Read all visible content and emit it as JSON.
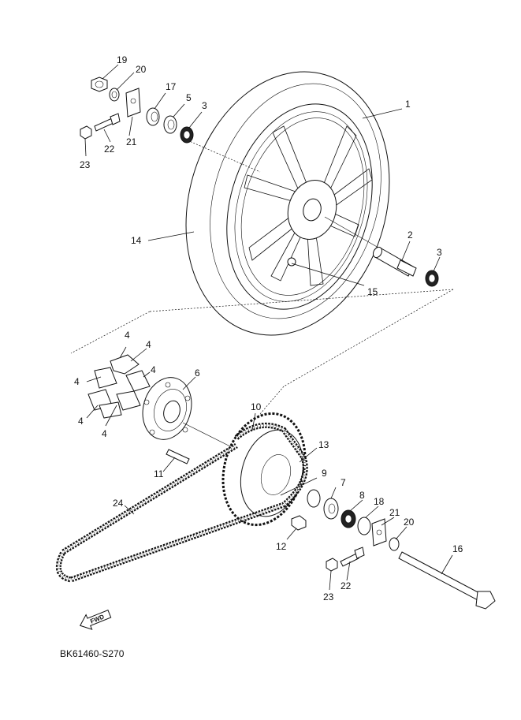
{
  "diagram_code": "BK61460-S270",
  "fwd_label": "FWD",
  "callouts": {
    "c1": "1",
    "c2": "2",
    "c3a": "3",
    "c3b": "3",
    "c4a": "4",
    "c4b": "4",
    "c4c": "4",
    "c4d": "4",
    "c4e": "4",
    "c4f": "4",
    "c5": "5",
    "c6": "6",
    "c7": "7",
    "c8": "8",
    "c9": "9",
    "c10": "10",
    "c11": "11",
    "c12": "12",
    "c13": "13",
    "c14": "14",
    "c15": "15",
    "c16": "16",
    "c17": "17",
    "c18": "18",
    "c19": "19",
    "c20a": "20",
    "c20b": "20",
    "c21a": "21",
    "c21b": "21",
    "c22a": "22",
    "c22b": "22",
    "c23a": "23",
    "c23b": "23",
    "c24": "24"
  }
}
